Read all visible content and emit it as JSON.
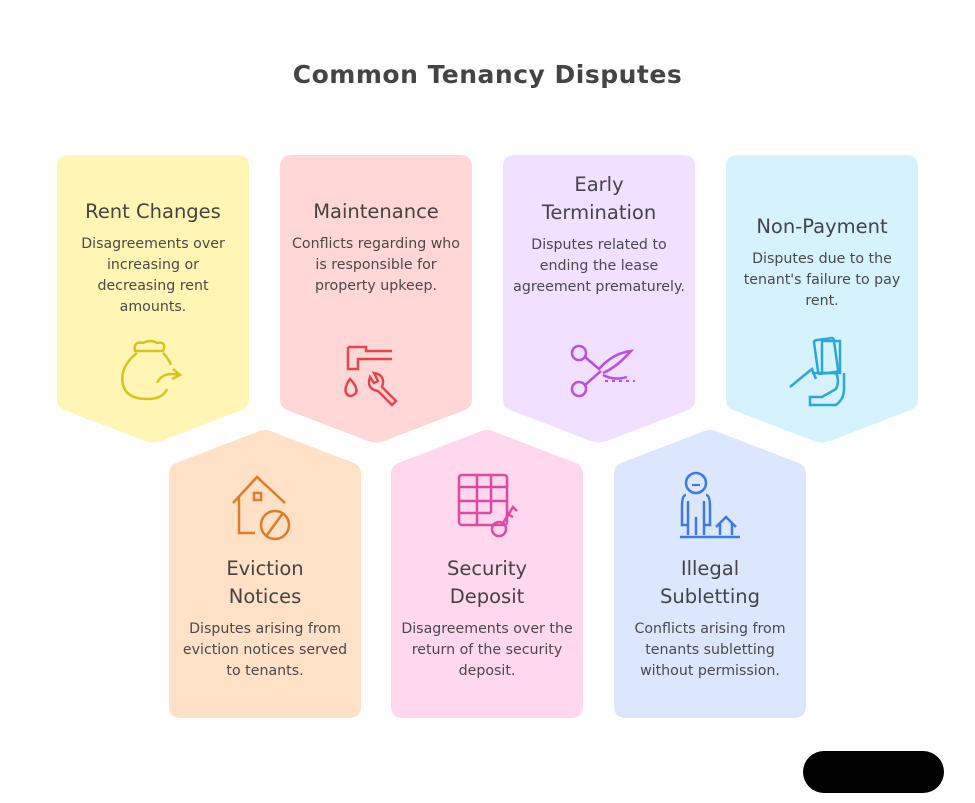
{
  "title": "Common Tenancy Disputes",
  "cards": [
    {
      "title": "Rent Changes",
      "description": "Disagreements over increasing or decreasing rent amounts.",
      "icon": "money-bag-arrow-icon",
      "fill": "#fff5b5",
      "stroke": "#d8c41f"
    },
    {
      "title": "Maintenance",
      "description": "Conflicts regarding who is responsible for property upkeep.",
      "icon": "faucet-wrench-icon",
      "fill": "#ffd7d7",
      "stroke": "#e2474e"
    },
    {
      "title": "Early Termination",
      "description": "Disputes related to ending the lease agreement prematurely.",
      "icon": "scissors-icon",
      "fill": "#f1e0ff",
      "stroke": "#b84fe0"
    },
    {
      "title": "Non-Payment",
      "description": "Disputes due to the tenant's failure to pay rent.",
      "icon": "hand-money-icon",
      "fill": "#d6f2fd",
      "stroke": "#2aa8dc"
    },
    {
      "title": "Eviction Notices",
      "description": "Disputes arising from eviction notices served to tenants.",
      "icon": "house-forbidden-icon",
      "fill": "#ffe1c7",
      "stroke": "#e07b27"
    },
    {
      "title": "Security Deposit",
      "description": "Disagreements over the return of the security deposit.",
      "icon": "ledger-key-icon",
      "fill": "#ffd7ef",
      "stroke": "#de4a9d"
    },
    {
      "title": "Illegal Subletting",
      "description": "Conflicts arising from tenants subletting without permission.",
      "icon": "person-house-icon",
      "fill": "#dce6fc",
      "stroke": "#3d7ae0"
    }
  ]
}
